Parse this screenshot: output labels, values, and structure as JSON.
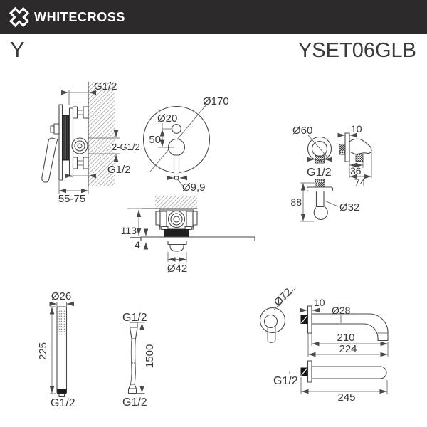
{
  "header": {
    "brand": "WHITECROSS",
    "series": "Y",
    "model": "YSET06GLB"
  },
  "colors": {
    "header_bg": "#2d2a2b",
    "ink": "#474747",
    "text": "#3c3c3c",
    "fill_dark": "#1f1f1f"
  },
  "drawings": {
    "valve_side": {
      "title": "concealed mixer valve side view",
      "labels": {
        "top_thread": "G1/2",
        "outlets": "2-G1/2",
        "bottom_thread": "G1/2",
        "depth_range": "55-75"
      }
    },
    "plate_front": {
      "title": "trim plate front view",
      "labels": {
        "plate_diameter": "Ø170",
        "diverter_diameter": "Ø20",
        "spacing": "50",
        "lever_diameter": "Ø9,9"
      }
    },
    "outlet_holder": {
      "title": "wall outlet with handshower holder",
      "labels": {
        "escutcheon_diameter": "Ø60",
        "thread": "G1/2",
        "flange_depth": "10",
        "depth_a": "36",
        "depth_b": "74",
        "height": "88",
        "holder_diameter": "Ø32"
      }
    },
    "valve_profile": {
      "title": "concealed valve body profile",
      "labels": {
        "depth": "113",
        "plate_thickness": "4",
        "cap_diameter": "Ø42"
      }
    },
    "handshower": {
      "title": "stick handshower",
      "labels": {
        "head_diameter": "Ø26",
        "length": "225",
        "thread": "G1/2"
      }
    },
    "hose": {
      "title": "shower hose",
      "labels": {
        "thread_top": "G1/2",
        "length": "1500",
        "thread_bottom": "G1/2"
      }
    },
    "spout": {
      "title": "wall-mounted bath spout",
      "labels": {
        "escutcheon_diameter": "Ø72",
        "flange_depth": "10",
        "tube_diameter": "Ø28",
        "reach": "210",
        "total_reach": "224",
        "thread": "G1/2",
        "total_length": "245"
      }
    }
  }
}
